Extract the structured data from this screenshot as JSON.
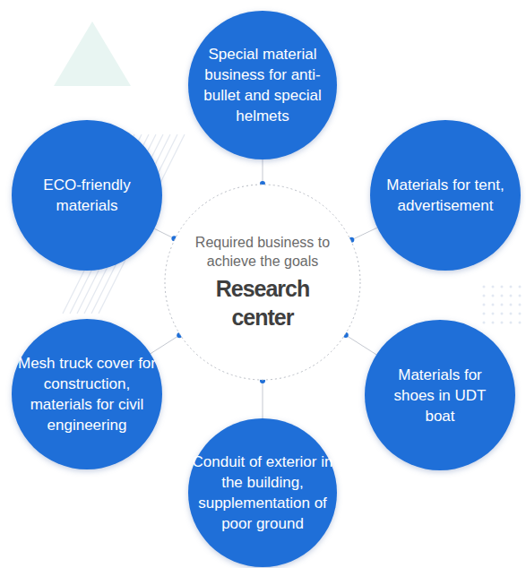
{
  "diagram": {
    "nodes": [
      {
        "text": [
          "Special material business for anti-bullet and special helmets"
        ]
      },
      {
        "text": [
          "ECO-friendly materials"
        ]
      },
      {
        "text": [
          "Materials for tent, advertisement"
        ]
      },
      {
        "text": [
          "Required business to achieve the goals",
          "Research center"
        ]
      },
      {
        "text": [
          "Mesh truck cover for construction, materials for civil engineering"
        ]
      },
      {
        "text": [
          "Materials for shoes in UDT boat"
        ]
      },
      {
        "text": [
          "Conduit of exterior in the building, supplementation of poor ground"
        ]
      }
    ],
    "edges": [
      {
        "from": 3,
        "to": 0,
        "arrow": "none"
      },
      {
        "from": 3,
        "to": 2,
        "arrow": "none"
      },
      {
        "from": 3,
        "to": 5,
        "arrow": "none"
      },
      {
        "from": 3,
        "to": 6,
        "arrow": "none"
      },
      {
        "from": 3,
        "to": 4,
        "arrow": "none"
      },
      {
        "from": 3,
        "to": 1,
        "arrow": "none"
      }
    ]
  }
}
